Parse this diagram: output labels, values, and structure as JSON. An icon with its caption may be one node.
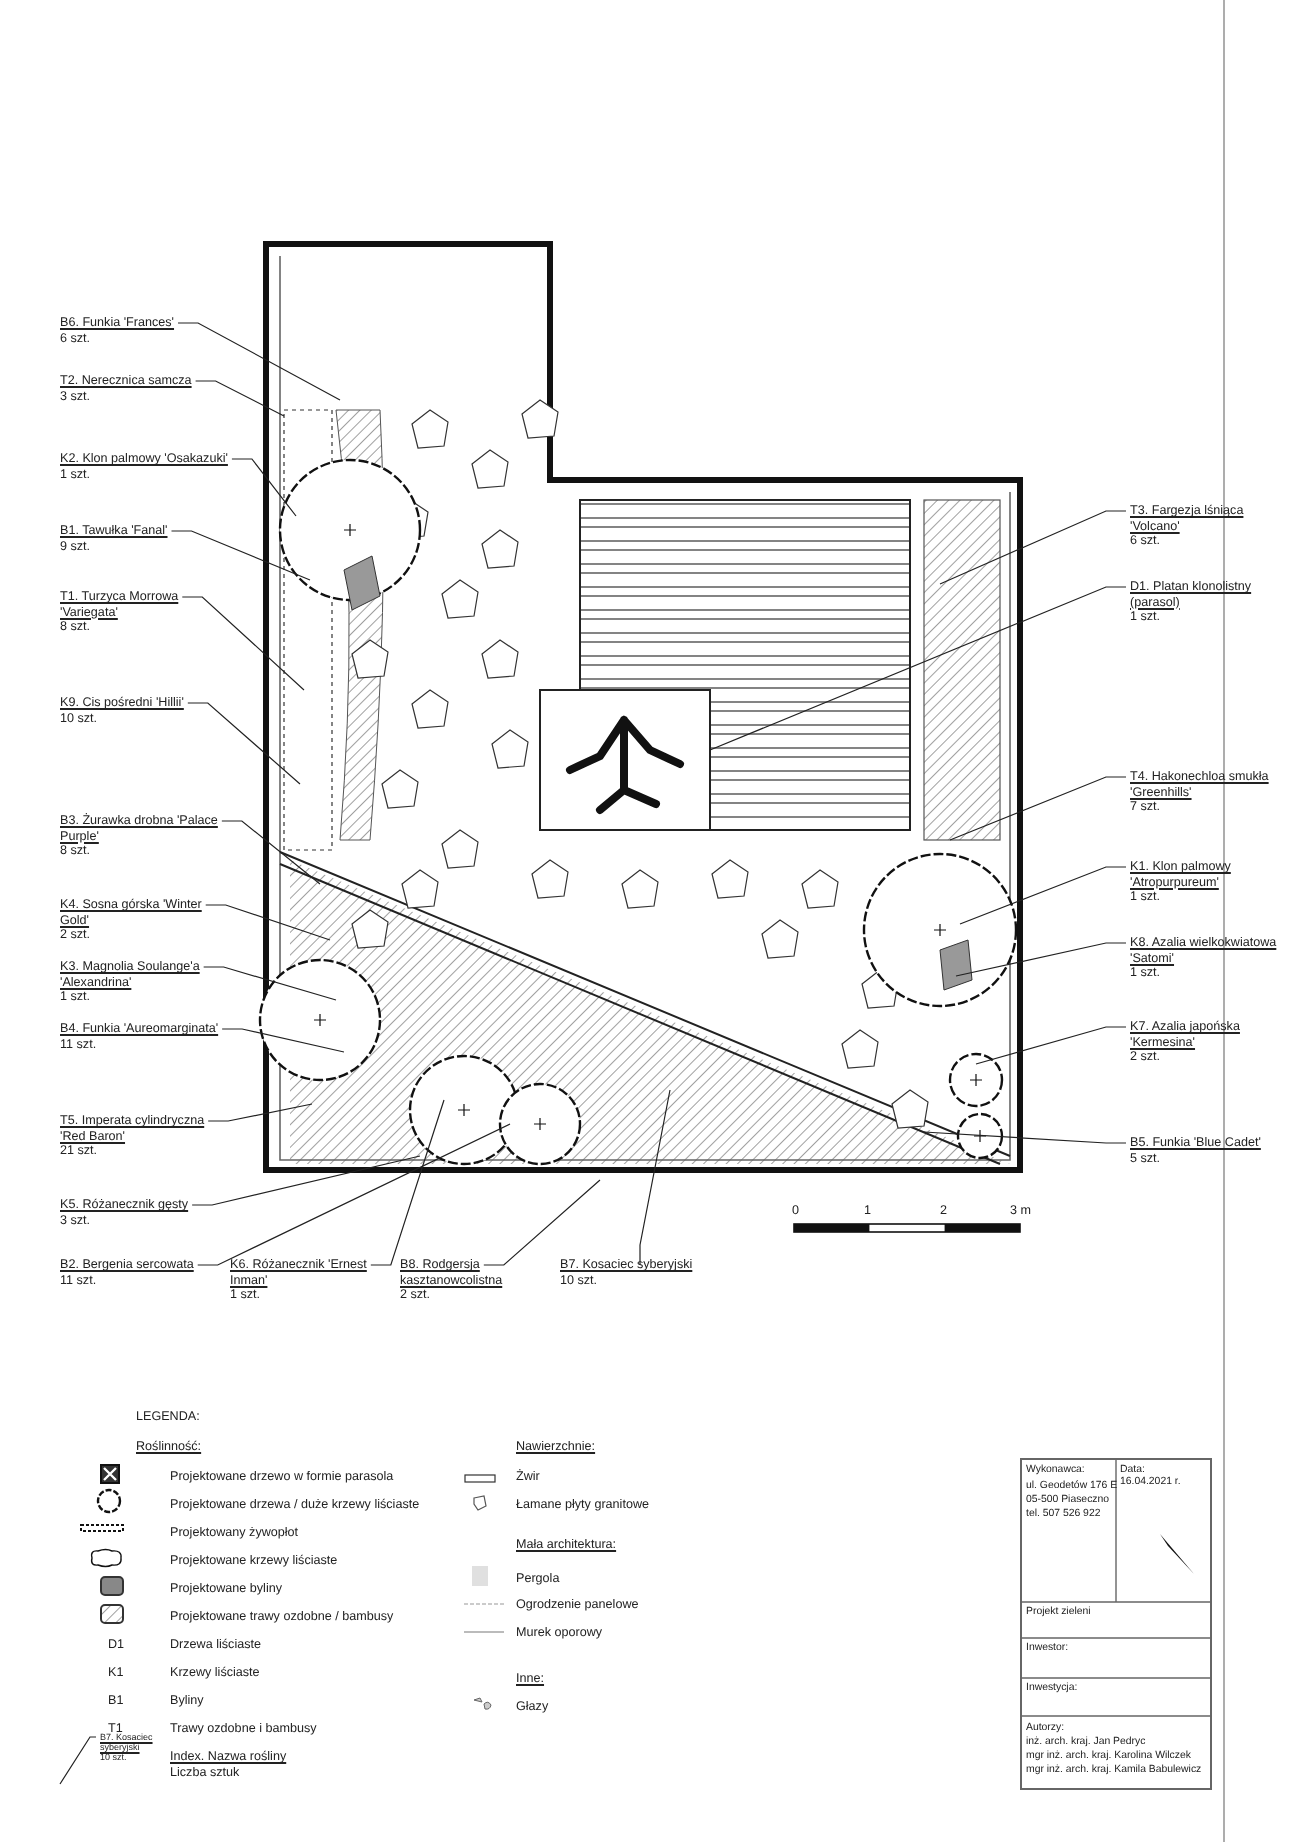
{
  "diagram": {
    "nodes": [
      {
        "text": [
          "B6. Funkia 'Frances'",
          "6 szt."
        ]
      },
      {
        "text": [
          "T2. Nerecznica samcza",
          "3 szt."
        ]
      },
      {
        "text": [
          "K2. Klon palmowy 'Osakazuki'",
          "1 szt."
        ]
      },
      {
        "text": [
          "B1. Tawułka 'Fanal'",
          "9 szt."
        ]
      },
      {
        "text": [
          "T1. Turzyca Morrowa 'Variegata'",
          "8 szt."
        ]
      },
      {
        "text": [
          "K9. Cis pośredni 'Hillii'",
          "10 szt."
        ]
      },
      {
        "text": [
          "B3. Żurawka drobna 'Palace Purple'",
          "8 szt."
        ]
      },
      {
        "text": [
          "K4. Sosna górska 'Winter Gold'",
          "2 szt."
        ]
      },
      {
        "text": [
          "K3. Magnolia Soulange'a 'Alexandrina'",
          "1 szt."
        ]
      },
      {
        "text": [
          "B4. Funkia 'Aureomarginata'",
          "11 szt."
        ]
      },
      {
        "text": [
          "T5. Imperata cylindryczna 'Red Baron'",
          "21 szt."
        ]
      },
      {
        "text": [
          "K5. Różanecznik gęsty",
          "3 szt."
        ]
      },
      {
        "text": [
          "B2. Bergenia sercowata",
          "11 szt."
        ]
      },
      {
        "text": [
          "K6. Różanecznik 'Ernest Inman'",
          "1 szt."
        ]
      },
      {
        "text": [
          "B8. Rodgersja kasztanowcolistna",
          "2 szt."
        ]
      },
      {
        "text": [
          "B7. Kosaciec syberyjski",
          "10 szt."
        ]
      },
      {
        "text": [
          "T3. Fargezja lśniąca 'Volcano'",
          "6 szt."
        ]
      },
      {
        "text": [
          "D1. Platan klonolistny (parasol)",
          "1 szt."
        ]
      },
      {
        "text": [
          "T4. Hakonechloa smukła 'Greenhills'",
          "7 szt."
        ]
      },
      {
        "text": [
          "K1. Klon palmowy 'Atropurpureum'",
          "1 szt."
        ]
      },
      {
        "text": [
          "K8. Azalia wielkokwiatowa 'Satomi'",
          "1 szt."
        ]
      },
      {
        "text": [
          "K7. Azalia japońska 'Kermesina'",
          "2 szt."
        ]
      },
      {
        "text": [
          "B5. Funkia 'Blue Cadet'",
          "5 szt."
        ]
      },
      {
        "text": [
          "B7. Kosaciec syberyjski",
          "10 szt."
        ]
      }
    ],
    "edges": [
      {
        "from": 0,
        "to": null,
        "arrow": "none"
      },
      {
        "from": 1,
        "to": null,
        "arrow": "none"
      },
      {
        "from": 2,
        "to": null,
        "arrow": "none"
      },
      {
        "from": 3,
        "to": null,
        "arrow": "none"
      },
      {
        "from": 4,
        "to": null,
        "arrow": "none"
      },
      {
        "from": 5,
        "to": null,
        "arrow": "none"
      },
      {
        "from": 6,
        "to": null,
        "arrow": "none"
      },
      {
        "from": 7,
        "to": null,
        "arrow": "none"
      },
      {
        "from": 8,
        "to": null,
        "arrow": "none"
      },
      {
        "from": 9,
        "to": null,
        "arrow": "none"
      },
      {
        "from": 10,
        "to": null,
        "arrow": "none"
      },
      {
        "from": 11,
        "to": null,
        "arrow": "none"
      },
      {
        "from": 12,
        "to": null,
        "arrow": "none"
      },
      {
        "from": 13,
        "to": null,
        "arrow": "none"
      },
      {
        "from": 14,
        "to": null,
        "arrow": "none"
      },
      {
        "from": 15,
        "to": null,
        "arrow": "none"
      },
      {
        "from": 16,
        "to": null,
        "arrow": "none"
      },
      {
        "from": 17,
        "to": null,
        "arrow": "none"
      },
      {
        "from": 18,
        "to": null,
        "arrow": "none"
      },
      {
        "from": 19,
        "to": null,
        "arrow": "none"
      },
      {
        "from": 20,
        "to": null,
        "arrow": "none"
      },
      {
        "from": 21,
        "to": null,
        "arrow": "none"
      },
      {
        "from": 22,
        "to": null,
        "arrow": "none"
      },
      {
        "from": 23,
        "to": null,
        "arrow": "none"
      }
    ],
    "labels": [
      "0",
      "1",
      "2",
      "3 m",
      "LEGENDA:",
      "Roślinność:",
      "D1",
      "K1",
      "B1",
      "T1",
      "Liczba sztuk",
      "Nawierzchnie:",
      "Mała architektura:",
      "Inne:",
      "Wykonawca:",
      "ul. Geodetów 176 E",
      "05-500 Piaseczno",
      "tel. 507 526 922",
      "Data:",
      "16.04.2021 r.",
      "Projekt zieleni",
      "Inwestor:",
      "Inwestycja:",
      "Autorzy:",
      "inż. arch. kraj. Jan Pedryc",
      "mgr inż. arch. kraj. Karolina Wilczek",
      "mgr inż. arch. kraj. Kamila Babulewicz"
    ],
    "legend": [
      {
        "text": "Projektowane drzewo w formie parasola"
      },
      {
        "text": "Projektowane drzewa / duże krzewy liściaste"
      },
      {
        "text": "Projektowany żywopłot"
      },
      {
        "text": "Projektowane krzewy liściaste"
      },
      {
        "text": "Projektowane byliny"
      },
      {
        "text": "Projektowane trawy ozdobne / bambusy"
      },
      {
        "text": "Drzewa liściaste"
      },
      {
        "text": "Krzewy liściaste"
      },
      {
        "text": "Byliny"
      },
      {
        "text": "Trawy ozdobne i bambusy"
      },
      {
        "text": "Index. Nazwa rośliny"
      },
      {
        "text": "Żwir"
      },
      {
        "text": "Łamane płyty granitowe"
      },
      {
        "text": "Pergola"
      },
      {
        "text": "Ogrodzenie panelowe"
      },
      {
        "text": "Murek oporowy"
      },
      {
        "text": "Głazy"
      }
    ]
  }
}
